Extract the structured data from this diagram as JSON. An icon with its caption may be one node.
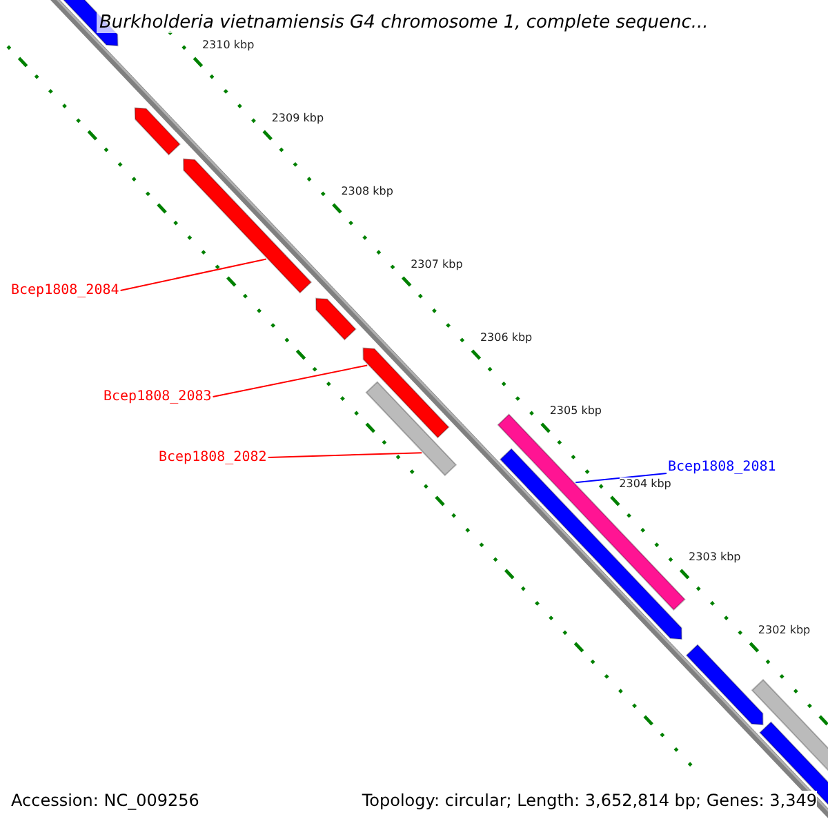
{
  "diagram": {
    "title": "Burkholderia vietnamiensis G4 chromosome 1, complete sequenc...",
    "nodes": [
      {
        "text": [
          "Bcep1808_2084"
        ]
      },
      {
        "text": [],
        "shape": "bar"
      },
      {
        "text": [
          "Bcep1808_2083"
        ]
      },
      {
        "text": [],
        "shape": "bar"
      },
      {
        "text": [
          "Bcep1808_2082"
        ]
      },
      {
        "text": [],
        "shape": "bar"
      },
      {
        "text": [
          "Bcep1808_2081"
        ]
      },
      {
        "text": [],
        "shape": "bar"
      }
    ],
    "edges": [
      {
        "from": 0,
        "to": 1,
        "arrow": "none"
      },
      {
        "from": 2,
        "to": 3,
        "arrow": "none"
      },
      {
        "from": 4,
        "to": 5,
        "arrow": "none"
      },
      {
        "from": 6,
        "to": 7,
        "arrow": "none",
        "color": "#0000ff"
      }
    ],
    "labels": [
      "2310 kbp",
      "2309 kbp",
      "2308 kbp",
      "2307 kbp",
      "2306 kbp",
      "2305 kbp",
      "2304 kbp",
      "2303 kbp",
      "2302 kbp",
      "Accession: NC_009256",
      "Topology: circular; Length: 3,652,814 bp; Genes: 3,349"
    ]
  }
}
